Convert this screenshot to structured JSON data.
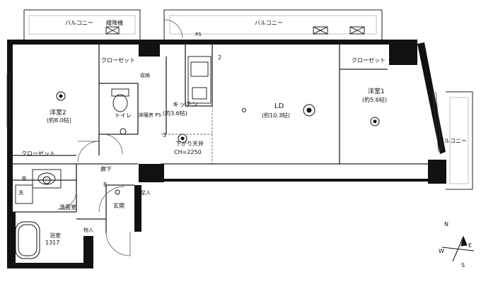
{
  "plan": {
    "balconies": {
      "top_left": "バルコニー",
      "evacuation": "緩降機",
      "top_center": "バルコニー",
      "right": "バルコニー"
    },
    "rooms": {
      "western2_name": "洋室2",
      "western2_size": "(約8.0帖)",
      "kitchen_name": "キッチン",
      "kitchen_size": "(約3.6帖)",
      "ld_name": "LD",
      "ld_size": "(約10.3帖)",
      "western1_name": "洋室1",
      "western1_size": "(約5.6帖)",
      "toilet": "トイレ",
      "hallway": "廊下",
      "entrance": "玄関",
      "washroom": "洗面室",
      "bathroom": "浴室",
      "bath_size": "1317",
      "shoe_closet": "下足入",
      "storage_small": "物入"
    },
    "closets": {
      "left_top": "クローゼット",
      "left_bottom": "クローゼット",
      "right": "クローゼット"
    },
    "fixtures": {
      "storage_near_kitchen": "収納",
      "wall_panel": "床暖房\nPS",
      "shoebox": "下足入",
      "pipe_space": "PS",
      "ceiling_note": "下がり天井",
      "ceiling_height": "CH=2250",
      "dim_2": "2",
      "dim_3": "3",
      "dim_8": "8",
      "washer_mark": "洗"
    },
    "compass": {
      "n": "N",
      "e": "E",
      "s": "S",
      "w": "W"
    }
  }
}
